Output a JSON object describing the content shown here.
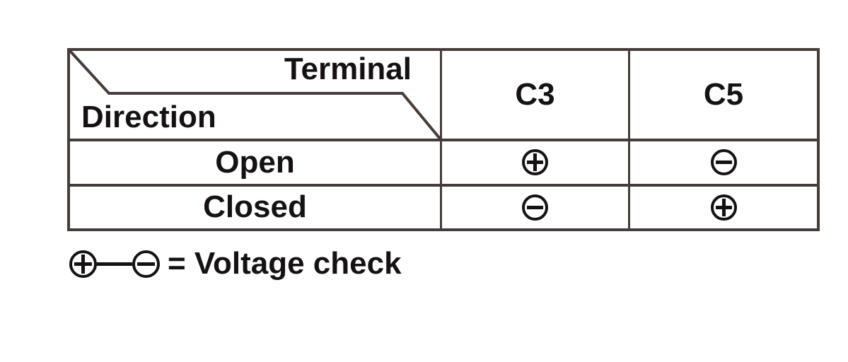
{
  "table": {
    "corner": {
      "top_label": "Terminal",
      "bottom_label": "Direction"
    },
    "column_headers": [
      "C3",
      "C5"
    ],
    "rows": [
      {
        "label": "Open",
        "values": [
          "plus",
          "minus"
        ]
      },
      {
        "label": "Closed",
        "values": [
          "minus",
          "plus"
        ]
      }
    ]
  },
  "legend": {
    "icons": [
      "plus",
      "minus"
    ],
    "text": "= Voltage check"
  },
  "colors": {
    "line": "#463c3a",
    "ink": "#161213",
    "background": "#ffffff"
  }
}
